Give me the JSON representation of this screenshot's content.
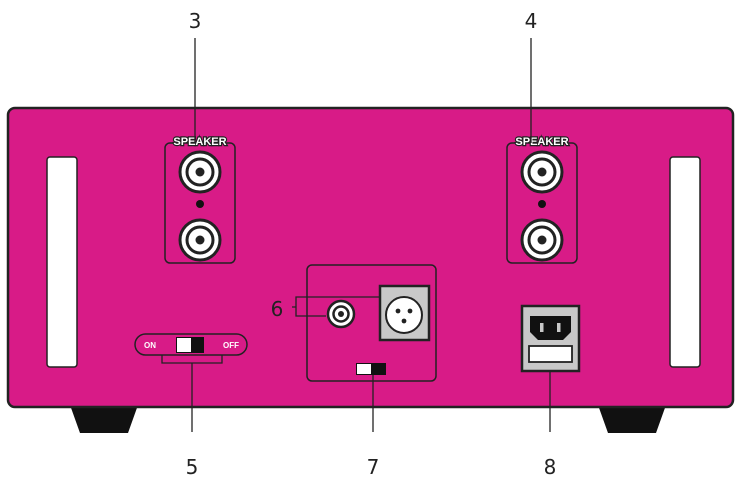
{
  "colors": {
    "panel": "#d81b87",
    "outline": "#222222",
    "metal": "#c8c8c8",
    "slot": "#ffffff",
    "feet": "#111111"
  },
  "speaker_left": {
    "label": "SPEAKER",
    "callout": "3"
  },
  "speaker_right": {
    "label": "SPEAKER",
    "callout": "4"
  },
  "power_switch": {
    "on_label": "ON",
    "off_label": "OFF",
    "callout": "5"
  },
  "input_section": {
    "callout_inputs": "6",
    "callout_switch": "7"
  },
  "mains_inlet": {
    "callout": "8"
  },
  "icons": [
    "rca-jack-icon",
    "xlr-connector-icon",
    "iec-power-inlet-icon",
    "toggle-switch-icon"
  ]
}
